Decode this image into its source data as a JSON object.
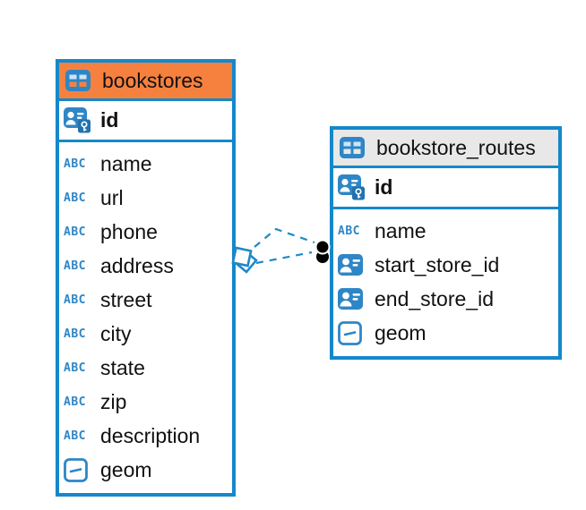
{
  "diagram": {
    "background": "#FFFFFF",
    "accent_blue": "#1588CA",
    "icon_blue": "#2E86C6",
    "text_color": "#111111"
  },
  "icon_glyphs": {
    "text-icon": "ABC"
  },
  "tables": [
    {
      "name": "bookstores",
      "header_color": "#F6813F",
      "header_icon": "table-icon",
      "primary_key": {
        "name": "id",
        "icon": "primary-key-icon"
      },
      "columns": [
        {
          "name": "name",
          "icon": "text-icon"
        },
        {
          "name": "url",
          "icon": "text-icon"
        },
        {
          "name": "phone",
          "icon": "text-icon"
        },
        {
          "name": "address",
          "icon": "text-icon"
        },
        {
          "name": "street",
          "icon": "text-icon"
        },
        {
          "name": "city",
          "icon": "text-icon"
        },
        {
          "name": "state",
          "icon": "text-icon"
        },
        {
          "name": "zip",
          "icon": "text-icon"
        },
        {
          "name": "description",
          "icon": "text-icon"
        },
        {
          "name": "geom",
          "icon": "geometry-icon"
        }
      ]
    },
    {
      "name": "bookstore_routes",
      "header_color": "#E8E8E8",
      "header_icon": "table-icon",
      "primary_key": {
        "name": "id",
        "icon": "primary-key-icon"
      },
      "columns": [
        {
          "name": "name",
          "icon": "text-icon"
        },
        {
          "name": "start_store_id",
          "icon": "foreign-key-icon"
        },
        {
          "name": "end_store_id",
          "icon": "foreign-key-icon"
        },
        {
          "name": "geom",
          "icon": "geometry-icon"
        }
      ]
    }
  ],
  "connector": {
    "style": "dashed",
    "color": "#1F88C9",
    "line_count": 2,
    "diamond_side_table": "bookstores",
    "dot_side_table": "bookstore_routes"
  }
}
